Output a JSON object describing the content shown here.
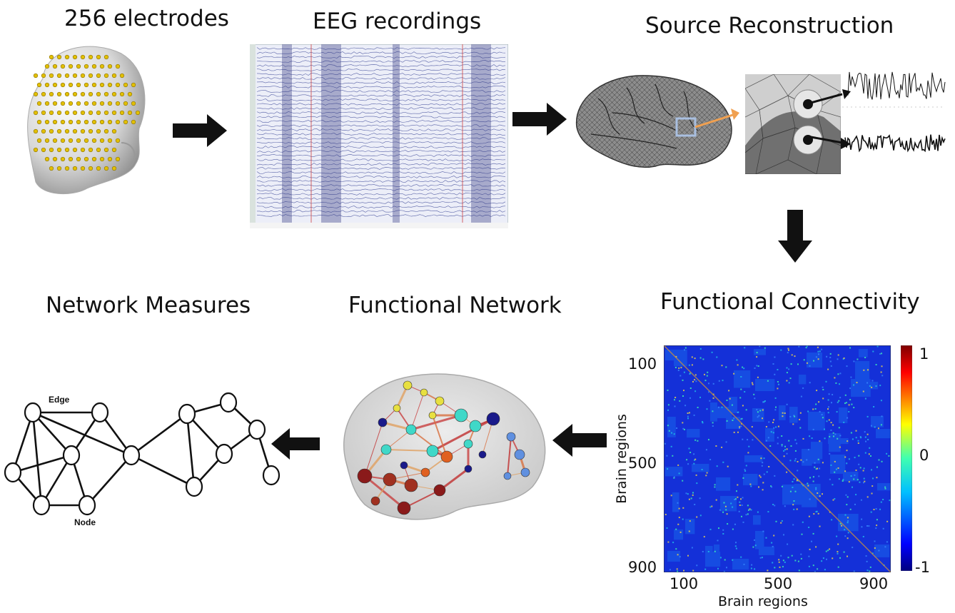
{
  "titles": {
    "electrodes": "256 electrodes",
    "eeg": "EEG recordings",
    "source": "Source Reconstruction",
    "connectivity": "Functional Connectivity",
    "network": "Functional Network",
    "measures": "Network Measures"
  },
  "graph_labels": {
    "edge": "Edge",
    "node": "Node"
  },
  "matrix": {
    "xlabel": "Brain regions",
    "ylabel": "Brain regions",
    "xticks": [
      "100",
      "500",
      "900"
    ],
    "yticks": [
      "100",
      "500",
      "900"
    ],
    "colorbar_ticks": [
      "1",
      "0",
      "-1"
    ]
  },
  "colors": {
    "arrow": "#111111",
    "matrix_bg": "#1430d8",
    "eeg_bg": "#eceef8",
    "highlight": "#f0a050"
  }
}
